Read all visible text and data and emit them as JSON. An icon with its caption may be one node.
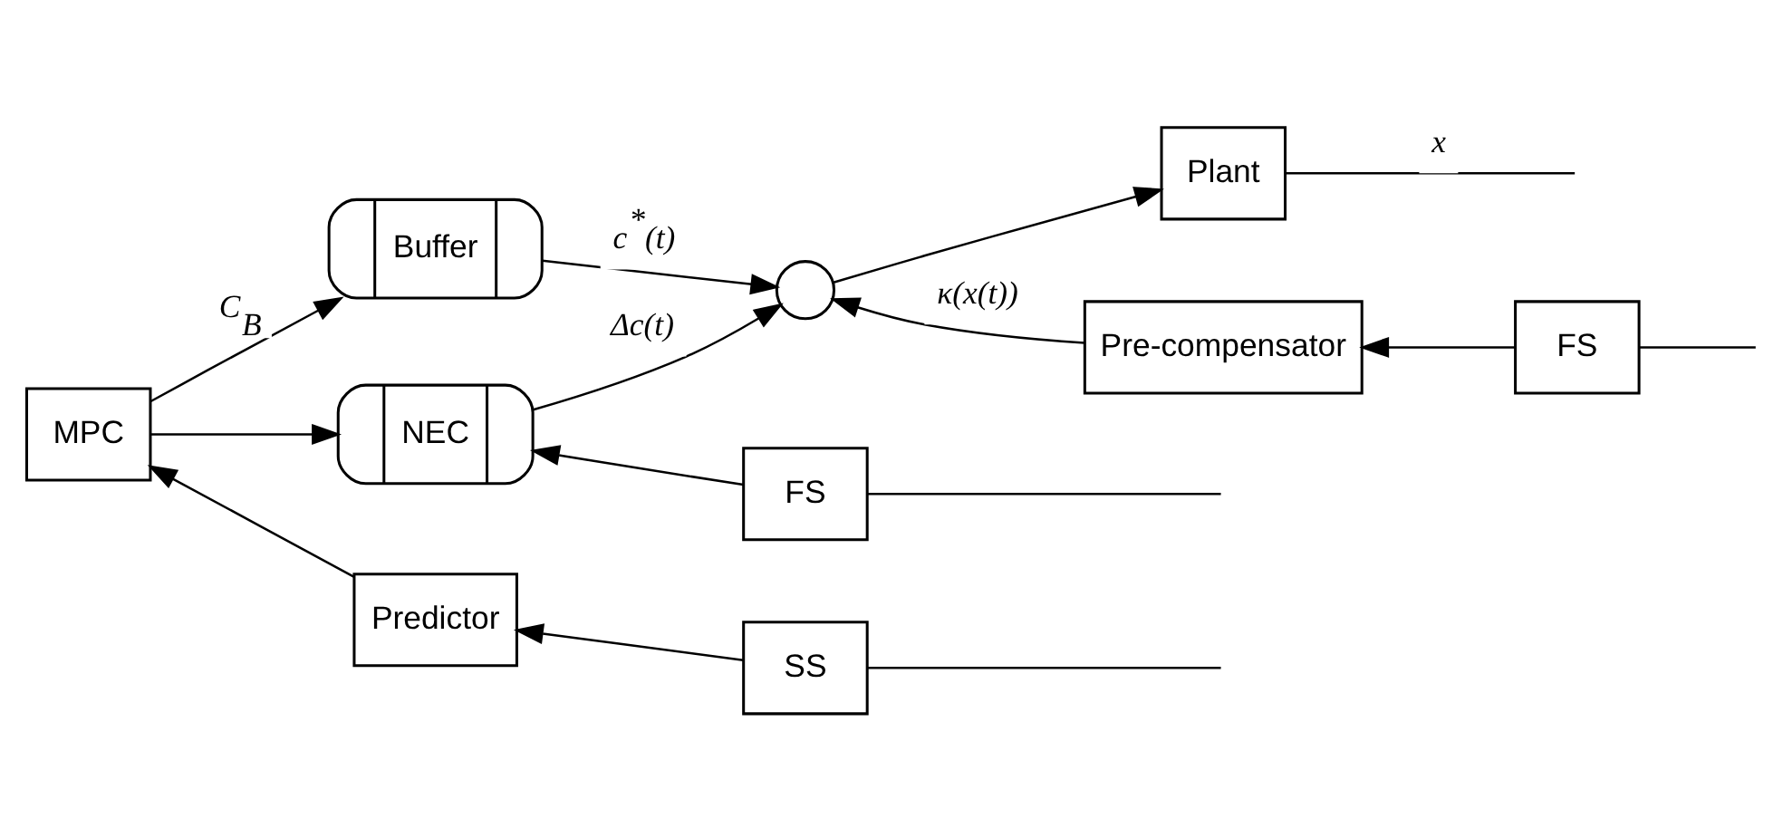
{
  "diagram": {
    "nodes": [
      {
        "text": [
          "MPC"
        ]
      },
      {
        "text": [
          "Buffer"
        ]
      },
      {
        "text": [
          "NEC"
        ]
      },
      {
        "text": [
          "FS"
        ]
      },
      {
        "text": [],
        "shape": "circle"
      },
      {
        "text": [
          "Plant"
        ]
      },
      {
        "text": [
          "Pre-compensator"
        ]
      },
      {
        "text": [
          "FS"
        ]
      },
      {
        "text": [
          "Predictor"
        ]
      },
      {
        "text": [
          "SS"
        ]
      }
    ],
    "edges": [
      {
        "from": 0,
        "to": 2,
        "arrow": "to"
      },
      {
        "from": 3,
        "to": 2,
        "arrow": "to"
      },
      {
        "from": 0,
        "to": 1,
        "arrow": "to",
        "label": "C$_{B}$"
      },
      {
        "from": 1,
        "to": 4,
        "arrow": "to",
        "label": "c$^{*}$(t)"
      },
      {
        "from": 2,
        "to": 4,
        "arrow": "to",
        "label": "Δc(t)"
      },
      {
        "from": 4,
        "to": 5,
        "arrow": "to"
      },
      {
        "from": 5,
        "to": null,
        "arrow": "none",
        "label": "x"
      },
      {
        "from": 6,
        "to": 4,
        "arrow": "to",
        "label": "κ(x(t))"
      },
      {
        "from": 7,
        "to": 6,
        "arrow": "to"
      },
      {
        "from": 9,
        "to": 8,
        "arrow": "to"
      },
      {
        "from": 8,
        "to": 0,
        "arrow": "to"
      },
      {
        "from": null,
        "to": 3,
        "arrow": "none"
      },
      {
        "from": null,
        "to": 7,
        "arrow": "none"
      },
      {
        "from": null,
        "to": 9,
        "arrow": "none"
      }
    ]
  }
}
